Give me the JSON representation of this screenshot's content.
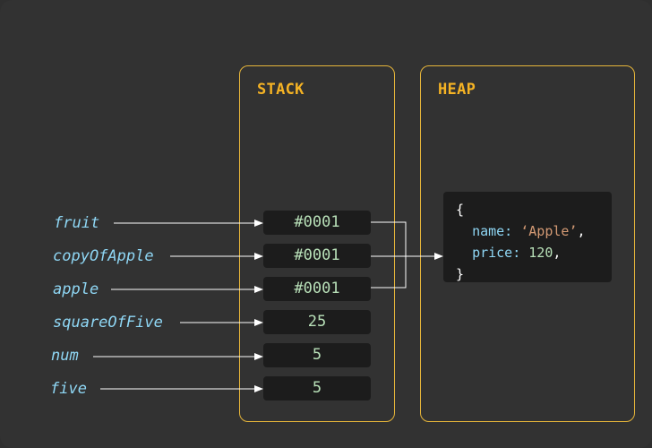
{
  "stack": {
    "title": "STACK",
    "cells": [
      {
        "id": "fruit",
        "value": "#0001"
      },
      {
        "id": "copyOfApple",
        "value": "#0001"
      },
      {
        "id": "apple",
        "value": "#0001"
      },
      {
        "id": "squareOfFive",
        "value": "25"
      },
      {
        "id": "num",
        "value": "5"
      },
      {
        "id": "five",
        "value": "5"
      }
    ]
  },
  "heap": {
    "title": "HEAP",
    "object": {
      "open": "{",
      "close": "}",
      "name_key": "name:",
      "name_value": "‘Apple’",
      "price_key": "price:",
      "price_value": "120",
      "comma": ","
    }
  },
  "variables": [
    "fruit",
    "copyOfApple",
    "apple",
    "squareOfFive",
    "num",
    "five"
  ],
  "colors": {
    "background": "#323232",
    "panel_border": "#e6b53a",
    "title": "#f5b324",
    "variable": "#8fd7f5",
    "value": "#b8e0b8",
    "string": "#d49a74",
    "arrow": "#ffffff"
  }
}
